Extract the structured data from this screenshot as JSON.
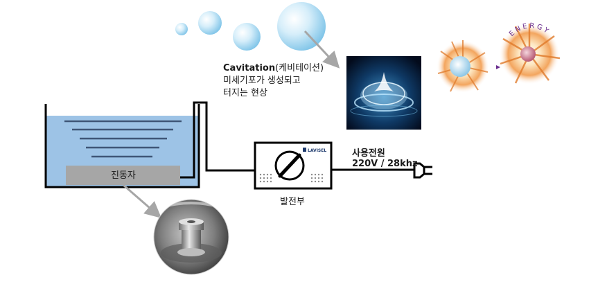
{
  "cavitation": {
    "title": "Cavitation",
    "title_ko": "(케비테이션)",
    "line1": "미세기포가 생성되고",
    "line2": "터지는 현상"
  },
  "transducer": {
    "label": "진동자"
  },
  "generator": {
    "label": "발전부",
    "brand": "LAVISEL"
  },
  "power": {
    "label": "사용전원",
    "spec": "220V / 28khz"
  },
  "energy": {
    "word": "ENERGY"
  },
  "colors": {
    "water": "#9dc3e6",
    "transducer": "#a6a6a6",
    "line": "#000000",
    "arrow": "#a6a6a6"
  }
}
